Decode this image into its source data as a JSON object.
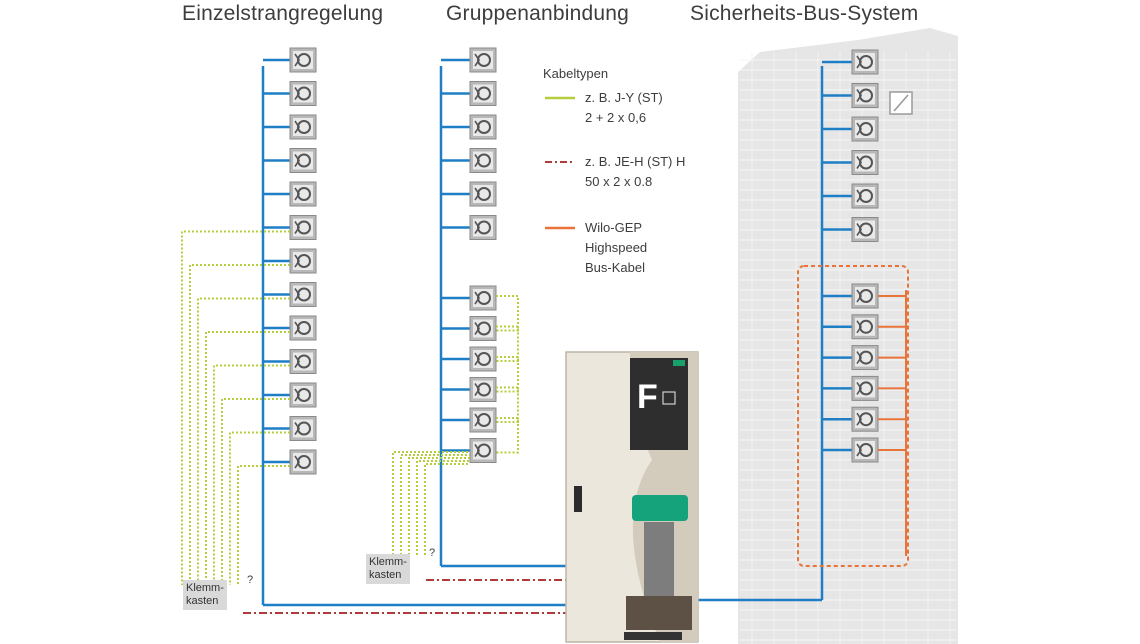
{
  "headings": {
    "left": "Einzelstrangregelung",
    "middle": "Gruppenanbindung",
    "right": "Sicherheits-Bus-System"
  },
  "legend": {
    "title": "Kabeltypen",
    "items": [
      {
        "line1": "z. B. J-Y (ST)",
        "line2": "2 + 2 x 0,6",
        "color": "#b5cf3c",
        "style": "solid"
      },
      {
        "line1": "z. B. JE-H (ST) H",
        "line2": "50 x 2 x 0.8",
        "color": "#b03a3a",
        "style": "dash-dot"
      },
      {
        "line1": "Wilo-GEP",
        "line2": "Highspeed",
        "line3": "Bus-Kabel",
        "color": "#e8743a",
        "style": "solid"
      }
    ]
  },
  "klemmkasten": {
    "left": {
      "line1": "Klemm-",
      "line2": "kasten",
      "mark": "?"
    },
    "middle": {
      "line1": "Klemm-",
      "line2": "kasten",
      "mark": "?"
    }
  },
  "cabinet": {
    "letter": "F"
  },
  "colors": {
    "bus_blue": "#1e7fc6",
    "green_cable": "#b5cf3c",
    "red_cable": "#b03a3a",
    "orange_bus": "#e8743a",
    "building": "#e6e6e6"
  },
  "icons": {
    "device": "fire-damper-sensor-icon",
    "logo": "bank-logo-icon"
  }
}
